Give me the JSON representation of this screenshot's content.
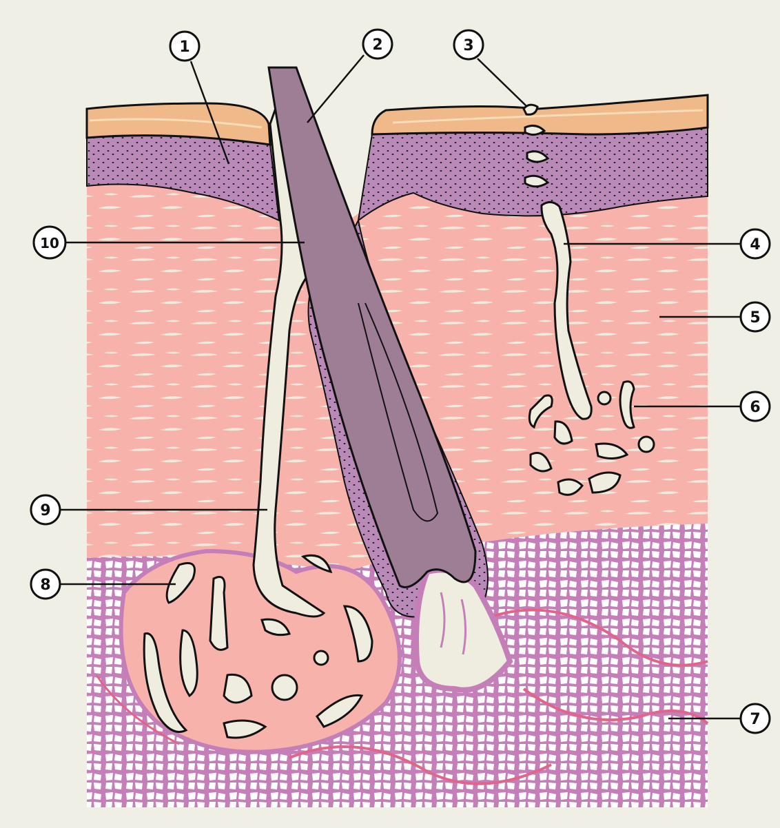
{
  "diagram": {
    "colors": {
      "background": "#efefe6",
      "stratum_corneum": "#f0b98a",
      "epidermis": "#b98ab8",
      "dermis": "#f7b2ab",
      "collagen": "#efe9de",
      "hypodermis": "#c57fb8",
      "fat_cell": "#ffffff",
      "hair_shaft": "#9e7e94",
      "outline": "#111111",
      "gland_lumen": "#efece0",
      "vessel": "#e1648a"
    },
    "labels": [
      {
        "number": "1"
      },
      {
        "number": "2"
      },
      {
        "number": "3"
      },
      {
        "number": "4"
      },
      {
        "number": "5"
      },
      {
        "number": "6"
      },
      {
        "number": "7"
      },
      {
        "number": "8"
      },
      {
        "number": "9"
      },
      {
        "number": "10"
      }
    ]
  }
}
